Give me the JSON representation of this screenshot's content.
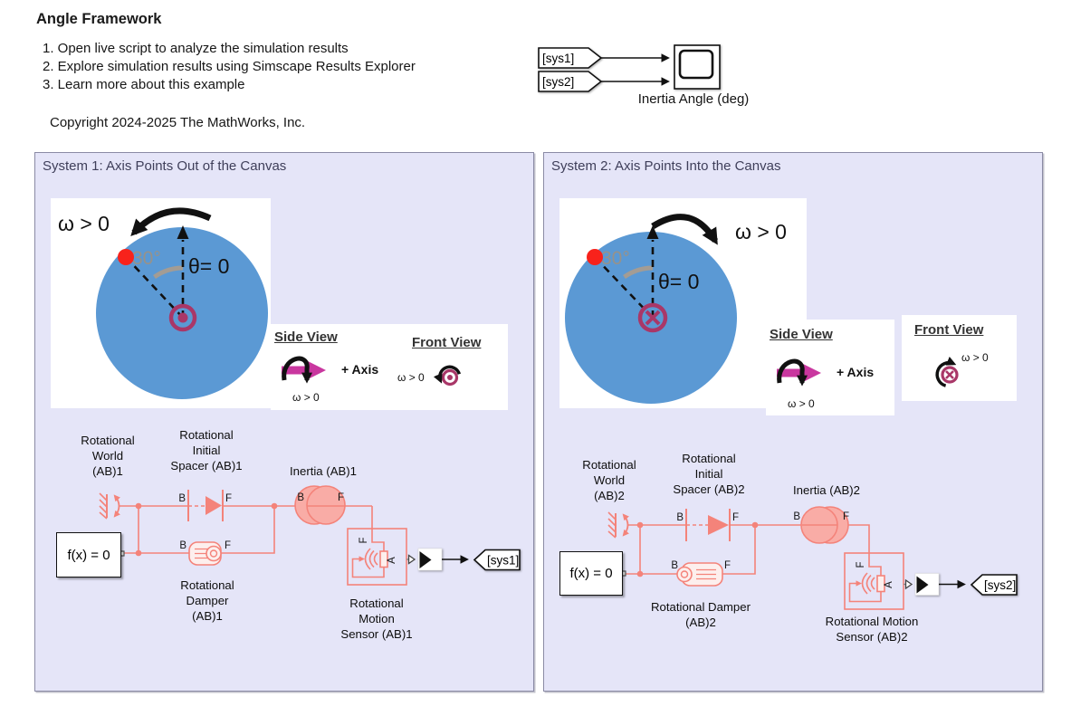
{
  "page": {
    "title": "Angle Framework",
    "steps": [
      "1. Open live script to analyze the simulation results",
      "2. Explore simulation results using Simscape Results Explorer",
      "3. Learn more about this example"
    ],
    "copyright": "Copyright 2024-2025 The MathWorks, Inc."
  },
  "scope_group": {
    "from_tags": [
      "[sys1]",
      "[sys2]"
    ],
    "scope_label": "Inertia Angle (deg)"
  },
  "ports": {
    "b": "B",
    "f": "F",
    "a": "A"
  },
  "systems": [
    {
      "header": "System 1: Axis Points Out of the Canvas",
      "illustration": {
        "omega": "ω > 0",
        "angle": "30°",
        "theta": "θ= 0"
      },
      "views": {
        "side_title": "Side View",
        "front_title": "Front View",
        "axis": "+ Axis",
        "omega": "ω > 0"
      },
      "labels": {
        "world": "Rotational\nWorld\n(AB)1",
        "spacer": "Rotational\nInitial\nSpacer (AB)1",
        "inertia": "Inertia (AB)1",
        "damper": "Rotational\nDamper\n(AB)1",
        "sensor": "Rotational\nMotion\nSensor (AB)1",
        "solver": "f(x) = 0",
        "goto": "[sys1]"
      }
    },
    {
      "header": "System 2: Axis Points Into the Canvas",
      "illustration": {
        "omega": "ω > 0",
        "angle": "30°",
        "theta": "θ= 0"
      },
      "views": {
        "side_title": "Side View",
        "front_title": "Front View",
        "axis": "+ Axis",
        "omega": "ω > 0"
      },
      "labels": {
        "world": "Rotational\nWorld\n(AB)2",
        "spacer": "Rotational\nInitial\nSpacer (AB)2",
        "inertia": "Inertia (AB)2",
        "damper": "Rotational Damper\n(AB)2",
        "sensor": "Rotational Motion\nSensor (AB)2",
        "solver": "f(x) = 0",
        "goto": "[sys2]"
      }
    }
  ],
  "colors": {
    "wire_salmon": "#F4837A",
    "disk_blue": "#5B99D4",
    "marker_red": "#F8221B",
    "axis_magenta": "#C9379F",
    "symbol_maroon": "#A93768",
    "area_fill": "#E5E5F8",
    "area_border": "#8A8AA5"
  }
}
